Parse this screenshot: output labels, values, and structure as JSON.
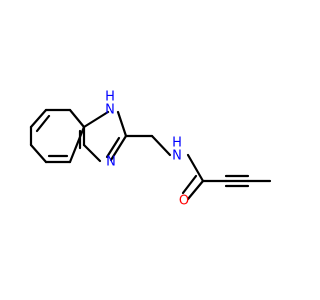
{
  "molecule": {
    "atoms": {
      "n1": {
        "text": "N",
        "sub": "H"
      },
      "n3": {
        "text": "N"
      },
      "amide_n": {
        "text": "N",
        "sub": "H"
      },
      "o": {
        "text": "O"
      }
    },
    "colors": {
      "bond": "#000000",
      "nitrogen": "#0000ff",
      "oxygen": "#ff0000"
    }
  }
}
